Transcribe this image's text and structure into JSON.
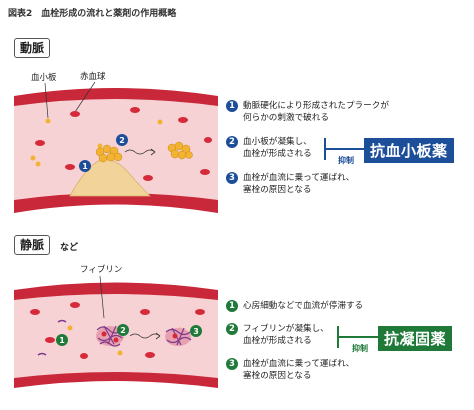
{
  "figure_title": "図表2　血栓形成の流れと薬剤の作用概略",
  "artery": {
    "label": "動脈",
    "callout_platelet": "血小板",
    "callout_rbc": "赤血球",
    "steps": [
      {
        "num": "1",
        "text_line1": "動脈硬化により形成されたプラークが",
        "text_line2": "何らかの刺激で破れる"
      },
      {
        "num": "2",
        "text_line1": "血小板が凝集し、",
        "text_line2": "血栓が形成される"
      },
      {
        "num": "3",
        "text_line1": "血栓が血流に乗って運ばれ、",
        "text_line2": "塞栓の原因となる"
      }
    ],
    "inhibit_label": "抑制",
    "drug": "抗血小板薬",
    "drug_color": "#1d4e9a"
  },
  "vein": {
    "label": "静脈",
    "label_suffix": "など",
    "callout_fibrin": "フィブリン",
    "steps": [
      {
        "num": "1",
        "text_line1": "心房細動などで血流が停滞する",
        "text_line2": ""
      },
      {
        "num": "2",
        "text_line1": "フィブリンが凝集し、",
        "text_line2": "血栓が形成される"
      },
      {
        "num": "3",
        "text_line1": "血栓が血流に乗って運ばれ、",
        "text_line2": "塞栓の原因となる"
      }
    ],
    "inhibit_label": "抑制",
    "drug": "抗凝固薬",
    "drug_color": "#1f7a3a"
  },
  "colors": {
    "vessel_outer": "#c8283a",
    "vessel_inner": "#f7d2d4",
    "rbc": "#d42a3a",
    "platelet": "#f2b233",
    "plaque": "#f2d49a",
    "fibrin": "#7d3a8c"
  }
}
